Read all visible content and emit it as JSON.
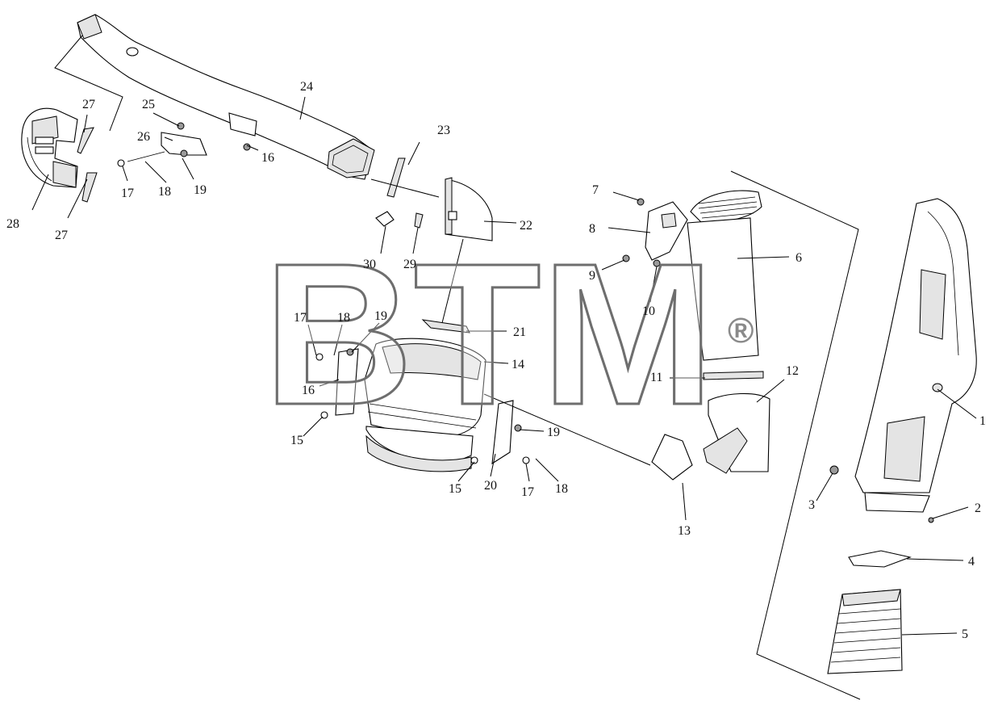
{
  "watermark": {
    "text": "BTM",
    "symbol": "®"
  },
  "callouts": [
    {
      "id": "c1",
      "text": "1"
    },
    {
      "id": "c2",
      "text": "2"
    },
    {
      "id": "c3",
      "text": "3"
    },
    {
      "id": "c4",
      "text": "4"
    },
    {
      "id": "c5",
      "text": "5"
    },
    {
      "id": "c6",
      "text": "6"
    },
    {
      "id": "c7",
      "text": "7"
    },
    {
      "id": "c8",
      "text": "8"
    },
    {
      "id": "c9",
      "text": "9"
    },
    {
      "id": "c10",
      "text": "10"
    },
    {
      "id": "c11",
      "text": "11"
    },
    {
      "id": "c12",
      "text": "12"
    },
    {
      "id": "c13",
      "text": "13"
    },
    {
      "id": "c14",
      "text": "14"
    },
    {
      "id": "c15a",
      "text": "15"
    },
    {
      "id": "c15b",
      "text": "15"
    },
    {
      "id": "c16a",
      "text": "16"
    },
    {
      "id": "c16b",
      "text": "16"
    },
    {
      "id": "c17a",
      "text": "17"
    },
    {
      "id": "c17b",
      "text": "17"
    },
    {
      "id": "c17c",
      "text": "17"
    },
    {
      "id": "c18a",
      "text": "18"
    },
    {
      "id": "c18b",
      "text": "18"
    },
    {
      "id": "c18c",
      "text": "18"
    },
    {
      "id": "c19a",
      "text": "19"
    },
    {
      "id": "c19b",
      "text": "19"
    },
    {
      "id": "c19c",
      "text": "19"
    },
    {
      "id": "c20",
      "text": "20"
    },
    {
      "id": "c21",
      "text": "21"
    },
    {
      "id": "c22",
      "text": "22"
    },
    {
      "id": "c23",
      "text": "23"
    },
    {
      "id": "c24",
      "text": "24"
    },
    {
      "id": "c25",
      "text": "25"
    },
    {
      "id": "c26",
      "text": "26"
    },
    {
      "id": "c27a",
      "text": "27"
    },
    {
      "id": "c27b",
      "text": "27"
    },
    {
      "id": "c28",
      "text": "28"
    },
    {
      "id": "c29",
      "text": "29"
    },
    {
      "id": "c30",
      "text": "30"
    }
  ]
}
